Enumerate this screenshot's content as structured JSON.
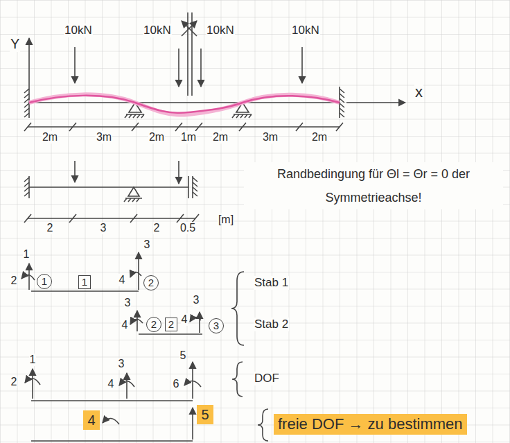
{
  "diagram": {
    "nodes": [
      {
        "text": [
          "1"
        ]
      },
      {
        "text": [
          "1"
        ]
      },
      {
        "text": [
          "2"
        ]
      },
      {
        "text": [
          "2"
        ]
      },
      {
        "text": [
          "2"
        ]
      },
      {
        "text": [
          "3"
        ]
      },
      {
        "text": [
          "4"
        ]
      },
      {
        "text": [
          "5"
        ]
      },
      {
        "text": [
          "freie DOF → zu bestimmen"
        ]
      }
    ],
    "labels": [
      "Y",
      "10kN",
      "10kN",
      "10kN",
      "10kN",
      "x",
      "2m",
      "3m",
      "2m",
      "1m",
      "2m",
      "3m",
      "2m",
      "Randbedingung für Θl = Θr = 0 der Symmetrieachse!",
      "2",
      "3",
      "2",
      "0.5",
      "[m]",
      "1",
      "2",
      "4",
      "3",
      "Stab 1",
      "3",
      "4",
      "4",
      "3",
      "Stab 2",
      "1",
      "2",
      "3",
      "4",
      "5",
      "6",
      "DOF"
    ]
  }
}
